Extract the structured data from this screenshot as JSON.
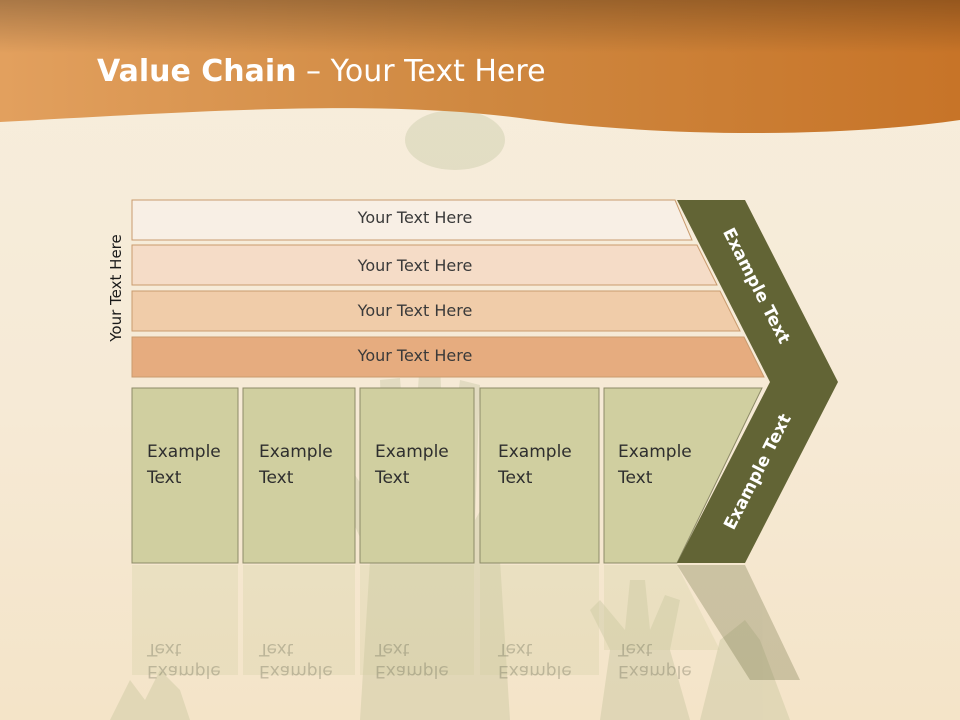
{
  "title": {
    "bold": "Value Chain",
    "rest": " – Your Text Here"
  },
  "side_label": "Your Text Here",
  "bars": [
    {
      "label": "Your Text Here",
      "fill": "#f8efe5"
    },
    {
      "label": "Your Text Here",
      "fill": "#f5dcc7"
    },
    {
      "label": "Your Text Here",
      "fill": "#f0cca9"
    },
    {
      "label": "Your Text Here",
      "fill": "#e6ac7f"
    }
  ],
  "cells": [
    {
      "line1": "Example",
      "line2": "Text"
    },
    {
      "line1": "Example",
      "line2": "Text"
    },
    {
      "line1": "Example",
      "line2": "Text"
    },
    {
      "line1": "Example",
      "line2": "Text"
    },
    {
      "line1": "Example",
      "line2": "Text"
    }
  ],
  "chevron": {
    "top_label": "Example Text",
    "bottom_label": "Example Text",
    "fill": "#626435"
  },
  "colors": {
    "header": "#c97a35",
    "cell_fill": "#d0cfa0",
    "cell_border": "#8d8b68",
    "bar_border": "#c99b6e"
  }
}
